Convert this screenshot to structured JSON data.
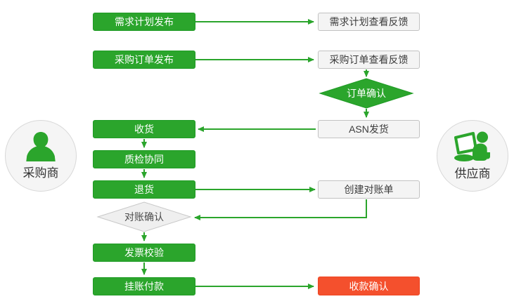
{
  "diagram": {
    "actors": {
      "buyer": {
        "label": "采购商"
      },
      "supplier": {
        "label": "供应商"
      }
    },
    "nodes": {
      "demand_plan_publish": {
        "label": "需求计划发布",
        "type": "process",
        "owner": "buyer"
      },
      "demand_plan_feedback": {
        "label": "需求计划查看反馈",
        "type": "process",
        "owner": "supplier"
      },
      "po_publish": {
        "label": "采购订单发布",
        "type": "process",
        "owner": "buyer"
      },
      "po_feedback": {
        "label": "采购订单查看反馈",
        "type": "process",
        "owner": "supplier"
      },
      "order_confirm": {
        "label": "订单确认",
        "type": "decision",
        "owner": "supplier"
      },
      "asn_ship": {
        "label": "ASN发货",
        "type": "process",
        "owner": "supplier"
      },
      "receive_goods": {
        "label": "收货",
        "type": "process",
        "owner": "buyer"
      },
      "quality_collab": {
        "label": "质检协同",
        "type": "process",
        "owner": "buyer"
      },
      "return_goods": {
        "label": "退货",
        "type": "process",
        "owner": "buyer"
      },
      "create_statement": {
        "label": "创建对账单",
        "type": "process",
        "owner": "supplier"
      },
      "statement_confirm": {
        "label": "对账确认",
        "type": "decision",
        "owner": "buyer"
      },
      "invoice_check": {
        "label": "发票校验",
        "type": "process",
        "owner": "buyer"
      },
      "book_payment": {
        "label": "挂账付款",
        "type": "process",
        "owner": "buyer"
      },
      "receipt_confirm": {
        "label": "收款确认",
        "type": "process-highlight",
        "owner": "supplier"
      }
    },
    "edges": [
      {
        "from": "demand_plan_publish",
        "to": "demand_plan_feedback"
      },
      {
        "from": "po_publish",
        "to": "po_feedback"
      },
      {
        "from": "po_feedback",
        "to": "order_confirm"
      },
      {
        "from": "order_confirm",
        "to": "asn_ship"
      },
      {
        "from": "asn_ship",
        "to": "receive_goods"
      },
      {
        "from": "receive_goods",
        "to": "quality_collab"
      },
      {
        "from": "quality_collab",
        "to": "return_goods"
      },
      {
        "from": "return_goods",
        "to": "create_statement"
      },
      {
        "from": "create_statement",
        "to": "statement_confirm"
      },
      {
        "from": "statement_confirm",
        "to": "invoice_check"
      },
      {
        "from": "invoice_check",
        "to": "book_payment"
      },
      {
        "from": "book_payment",
        "to": "receipt_confirm"
      }
    ],
    "colors": {
      "green": "#2BA52C",
      "green_border": "#1F9B25",
      "red": "#F4502D",
      "box_fill": "#F4F4F4",
      "box_border": "#C2C2C2",
      "diamond_fill": "#EFEFEF",
      "diamond_border": "#C8C8C8",
      "circle_fill": "#F5F5F5",
      "circle_border": "#D8D8D8"
    }
  }
}
